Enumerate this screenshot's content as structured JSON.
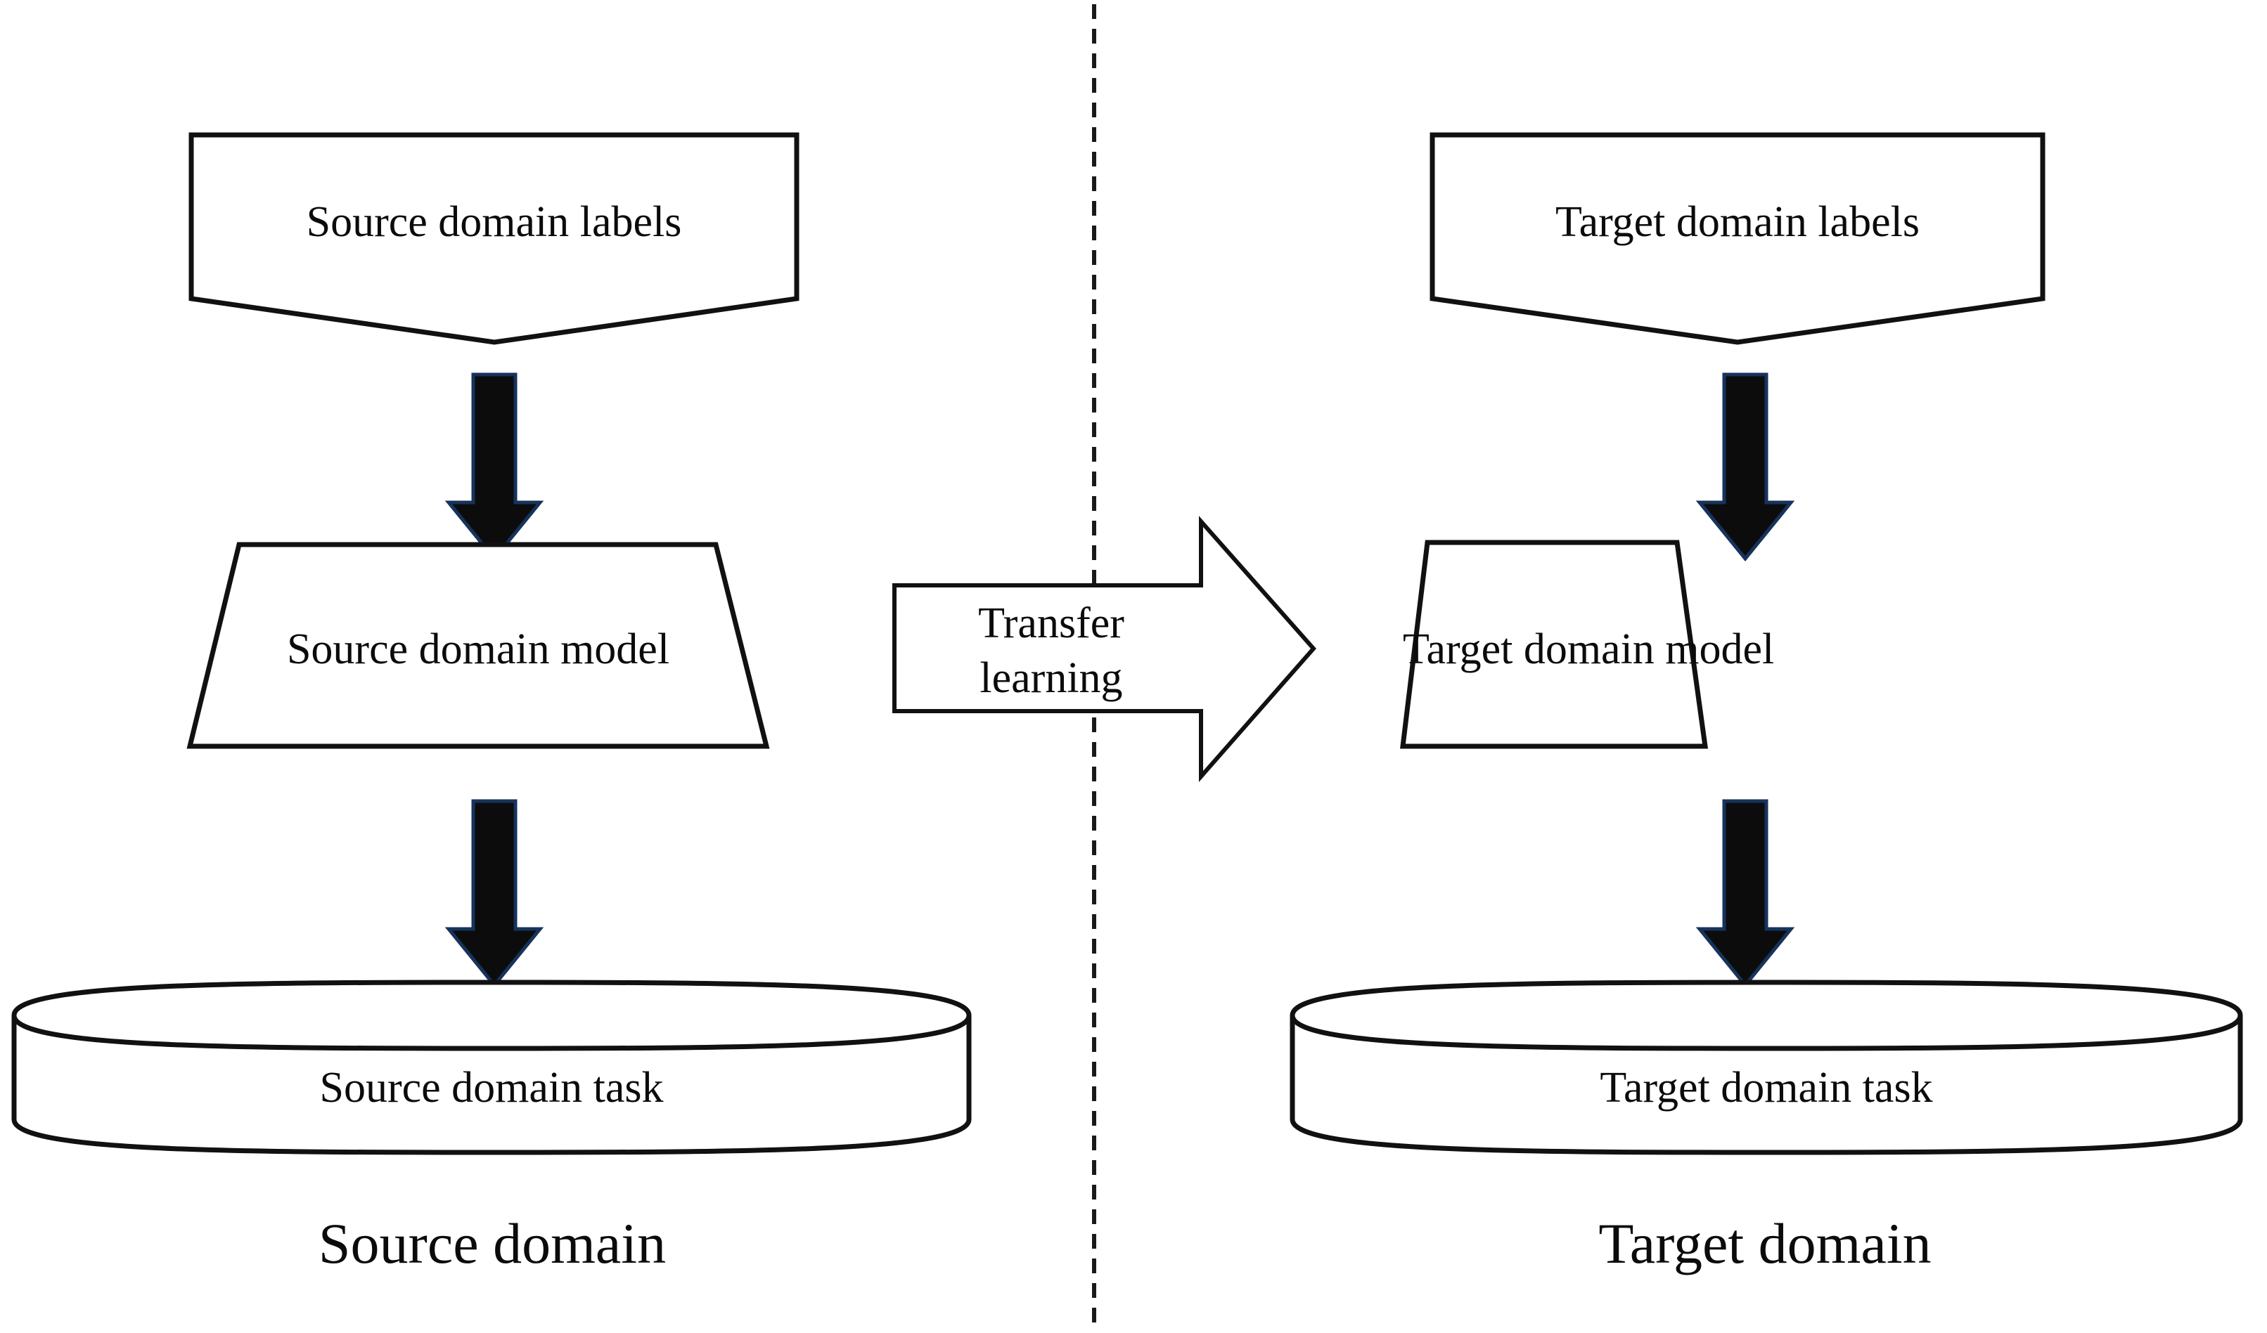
{
  "diagram": {
    "title_left": "Source domain",
    "title_right": "Target domain",
    "divider": "dashed-vertical-line",
    "colors": {
      "stroke": "#111111",
      "arrow_fill": "#0c0c0c",
      "arrow_outline": "#16335c",
      "background": "#ffffff",
      "text": "#0b0b0b"
    },
    "left": {
      "labels_box": "Source domain labels",
      "model_box": "Source domain model",
      "task_cylinder": "Source domain task",
      "domain_caption": "Source domain",
      "arrow_labels_to_model": "down-arrow-icon",
      "arrow_model_to_task": "down-arrow-icon"
    },
    "right": {
      "labels_box": "Target domain labels",
      "model_box": "Target domain model",
      "task_cylinder": "Target domain task",
      "domain_caption": "Target domain",
      "arrow_labels_to_model": "down-arrow-icon",
      "arrow_model_to_task": "down-arrow-icon"
    },
    "transfer": {
      "line1": "Transfer",
      "line2": "learning",
      "shape": "right-block-arrow-icon"
    }
  }
}
